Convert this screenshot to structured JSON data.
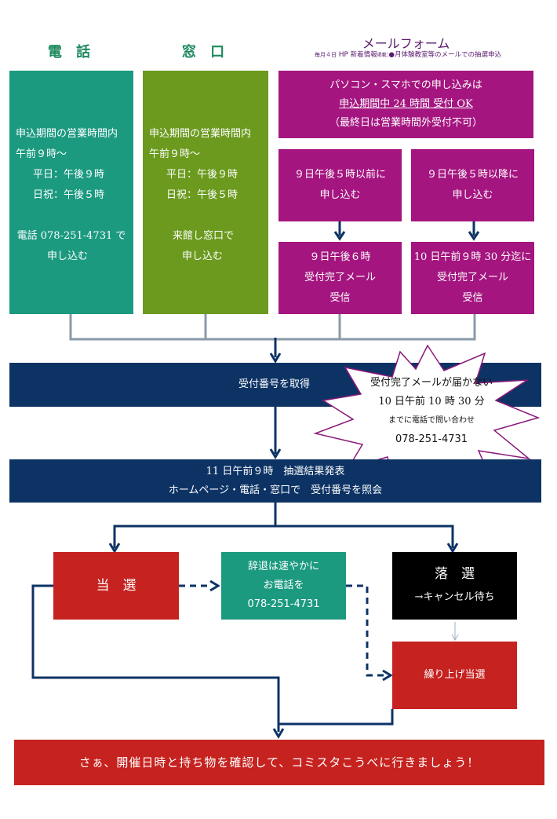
{
  "headers": {
    "phone": "電 話",
    "counter": "窓 口",
    "mail": "メールフォーム",
    "mail_note_prefix": "毎月４日",
    "mail_note_hp": "HP",
    "mail_note_mid": "新着情報",
    "mail_note_small": "掲載",
    "mail_note_rest": ":●月体験教室等のメールでの抽選申込"
  },
  "phone_box": {
    "line1": "申込期間の営業時間内",
    "line2": "午前９時〜",
    "line3": "平日：午後９時",
    "line4": "日祝：午後５時",
    "line5": "電話 078-251-4731 で",
    "line6": "申し込む"
  },
  "counter_box": {
    "line1": "申込期間の営業時間内",
    "line2": "午前９時〜",
    "line3": "平日：午後９時",
    "line4": "日祝：午後５時",
    "line5": "来館し窓口で",
    "line6": "申し込む"
  },
  "mail_top": {
    "line1": "パソコン・スマホでの申し込みは",
    "line2": "申込期間中 24 時間 受付 OK",
    "line3": "（最終日は営業時間外受付不可）"
  },
  "mail_left": {
    "line1": "９日午後５時以前に",
    "line2": "申し込む"
  },
  "mail_right": {
    "line1": "９日午後５時以降に",
    "line2": "申し込む"
  },
  "mail_left_result": {
    "line1": "９日午後６時",
    "line2": "受付完了メール",
    "line3": "受信"
  },
  "mail_right_result": {
    "line1": "10 日午前９時 30 分迄に",
    "line2": "受付完了メール",
    "line3": "受信"
  },
  "receipt_bar": {
    "label": "受付番号を取得"
  },
  "starburst": {
    "line1": "受付完了メールが届かない",
    "line2": "10 日午前 10 時 30 分",
    "line3": "までに電話で問い合わせ",
    "line4": "078-251-4731"
  },
  "result_bar": {
    "line1": "11 日午前９時　抽選結果発表",
    "line2": "ホームページ・電話・窓口で　受付番号を照会"
  },
  "win_box": {
    "label": "当　選"
  },
  "decline_box": {
    "line1": "辞退は速やかに",
    "line2": "お電話を",
    "line3": "078-251-4731"
  },
  "lose_box": {
    "line1": "落　選",
    "line2": "→キャンセル待ち"
  },
  "promoted_box": {
    "label": "繰り上げ当選"
  },
  "final_bar": {
    "label": "さぁ、開催日時と持ち物を確認して、コミスタこうべに行きましょう！"
  },
  "colors": {
    "teal": "#1c9a80",
    "olive": "#6b9a1e",
    "magenta": "#a4157f",
    "navy": "#0d3365",
    "red": "#c6221f",
    "header_green": "#1e8a5e",
    "mail_header": "#5a1a6e"
  }
}
